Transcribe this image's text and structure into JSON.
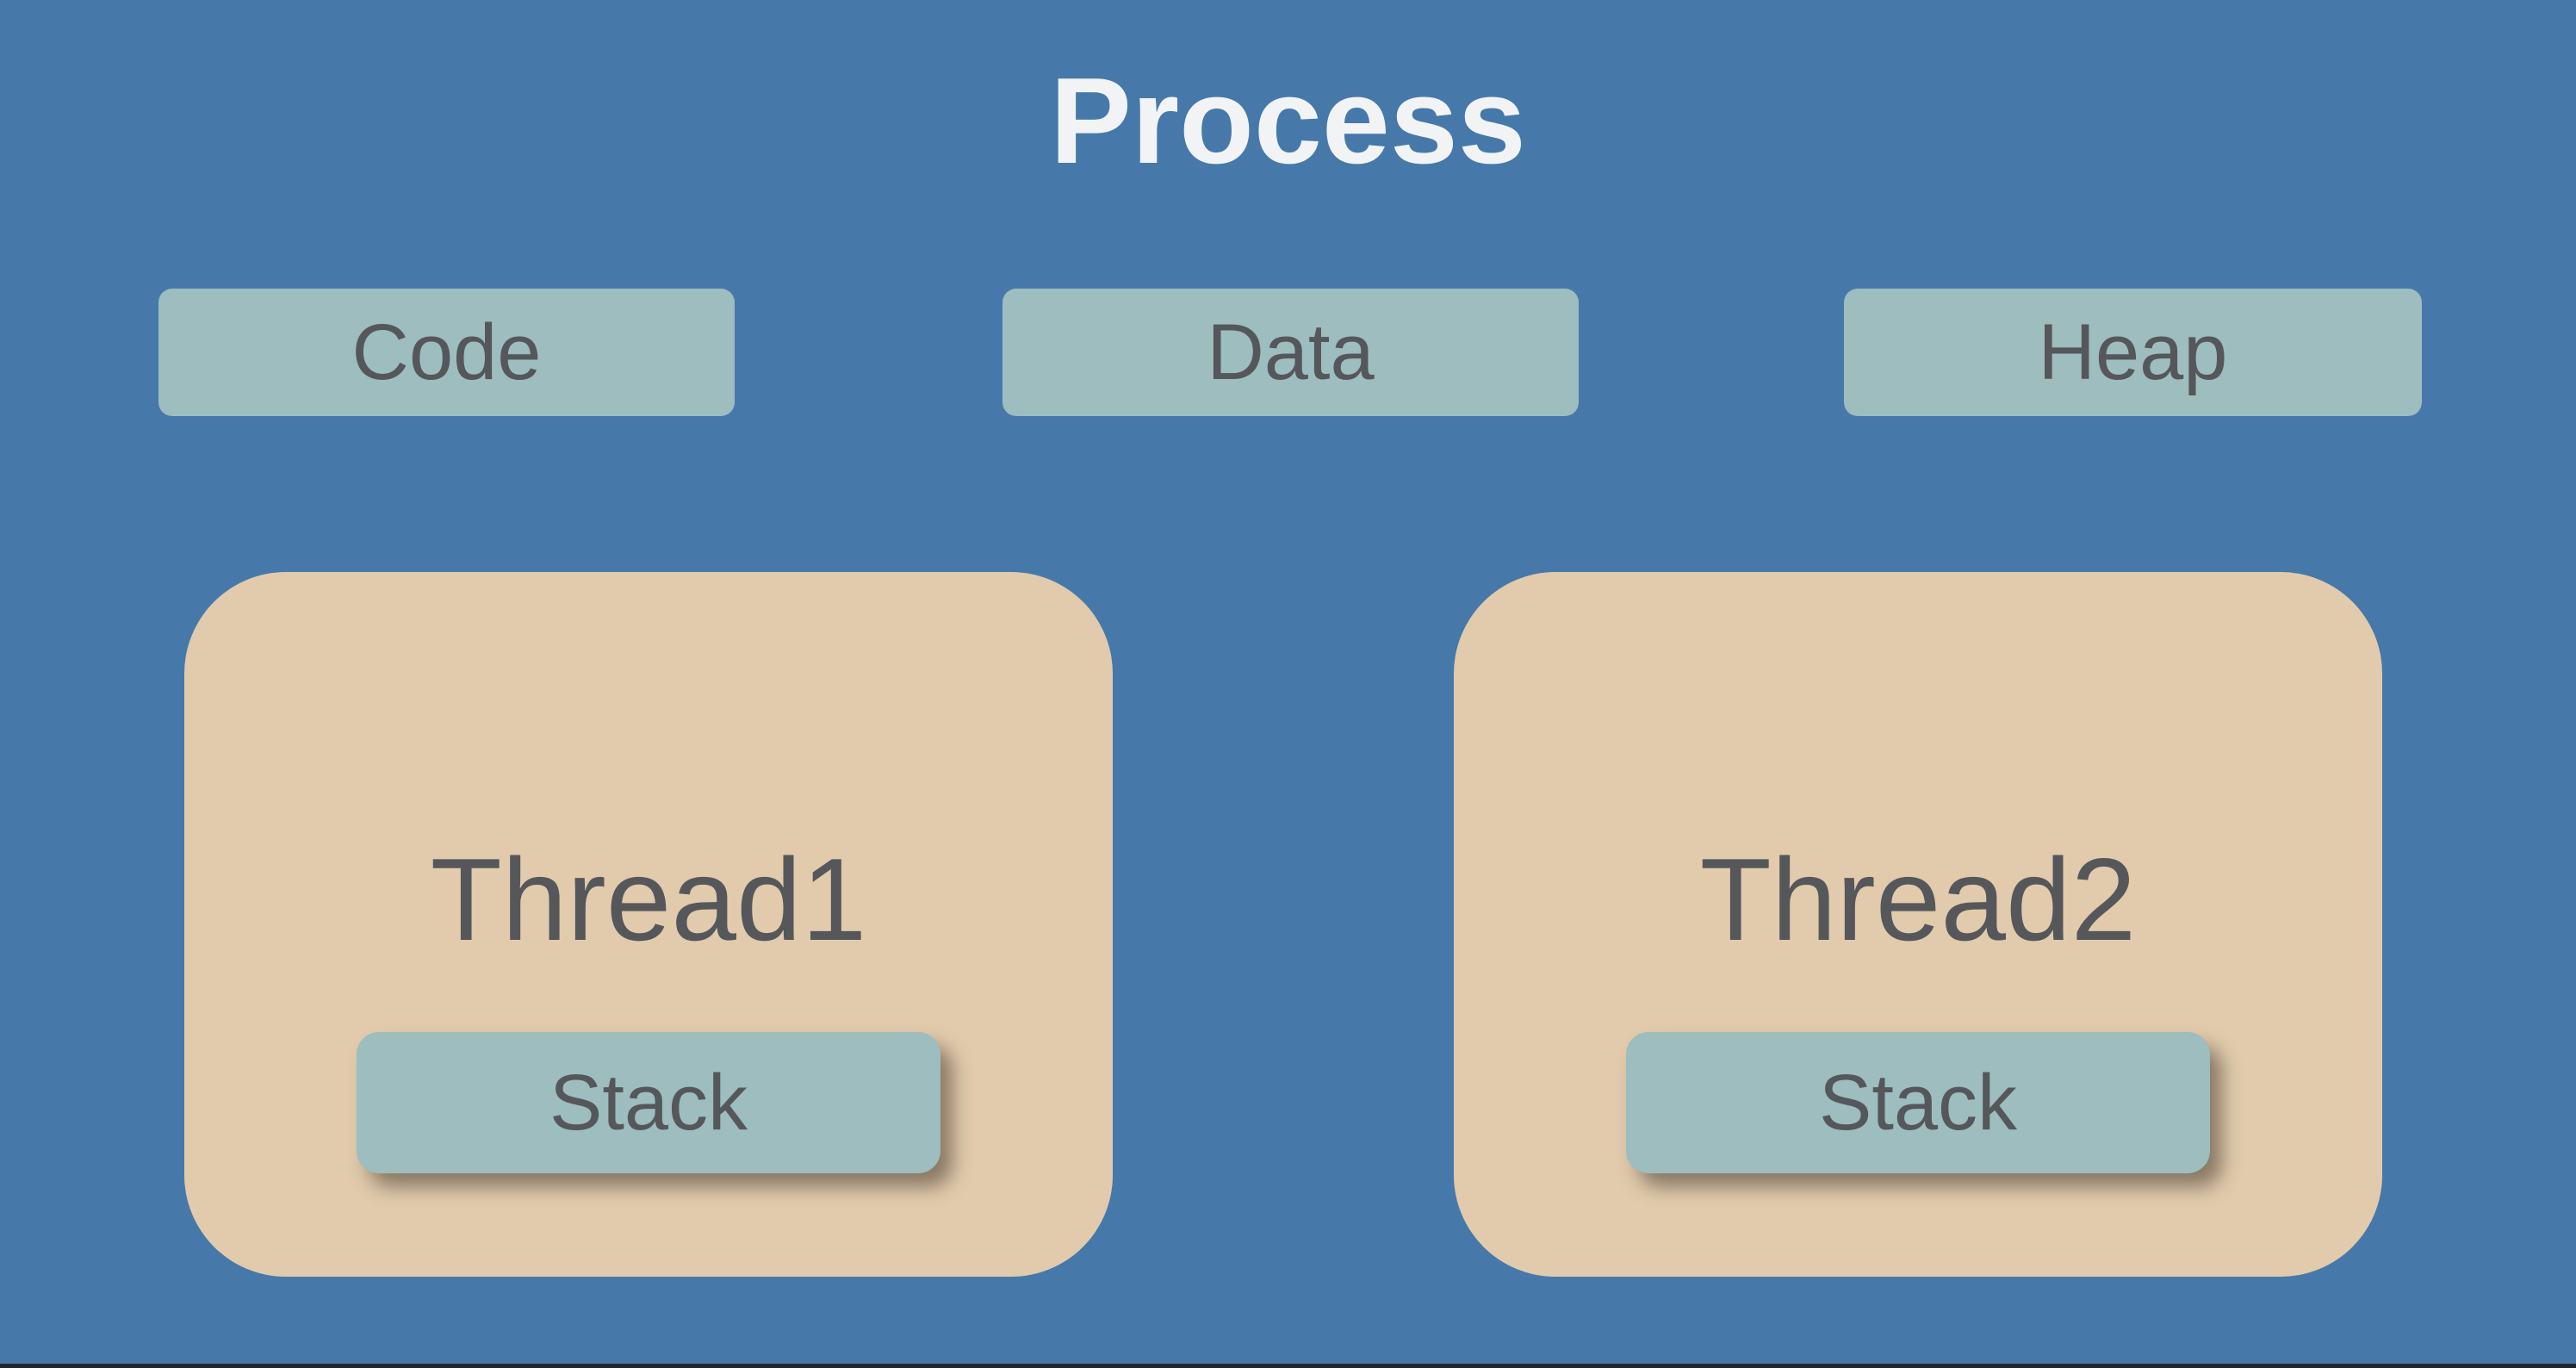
{
  "diagram": {
    "title": "Process",
    "memory_segments": [
      {
        "label": "Code"
      },
      {
        "label": "Data"
      },
      {
        "label": "Heap"
      }
    ],
    "threads": [
      {
        "label": "Thread1",
        "stack_label": "Stack"
      },
      {
        "label": "Thread2",
        "stack_label": "Stack"
      }
    ],
    "colors": {
      "background": "#4679aa",
      "segment_box_fill": "#9dbdbe",
      "thread_box_fill": "#e1cbac",
      "title_text": "#f1f3f5",
      "label_text": "#55575a",
      "stack_shadow": "rgba(66,55,44,0.55)",
      "bottom_edge_bar": "#21262c"
    }
  }
}
